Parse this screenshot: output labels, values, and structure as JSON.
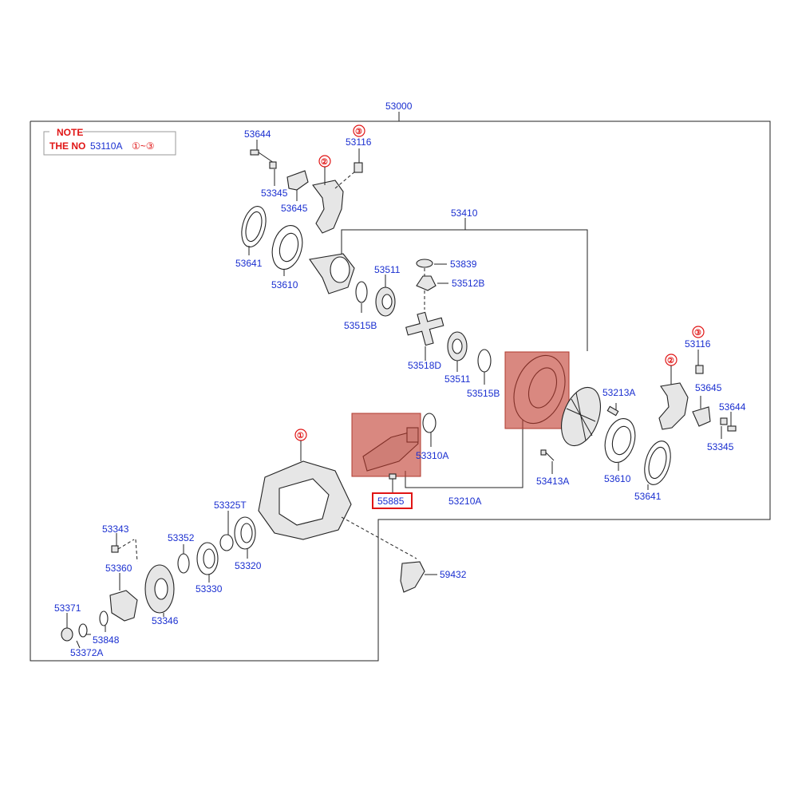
{
  "title_part": "53000",
  "note": {
    "heading": "NOTE",
    "line_prefix": "THE NO",
    "line_part": "53110A",
    "range": "①~③"
  },
  "callouts": {
    "one": "①",
    "two": "②",
    "three": "③"
  },
  "highlight_part": "55885",
  "parts": {
    "p53644a": "53644",
    "p53116a": "53116",
    "p53345a": "53345",
    "p53645a": "53645",
    "p53641a": "53641",
    "p53610a": "53610",
    "p53410": "53410",
    "p53511a": "53511",
    "p53839": "53839",
    "p53512B": "53512B",
    "p53515Ba": "53515B",
    "p53518D": "53518D",
    "p53511b": "53511",
    "p53515Bb": "53515B",
    "p53213A": "53213A",
    "p53116b": "53116",
    "p53645b": "53645",
    "p53644b": "53644",
    "p53345b": "53345",
    "p53310A": "53310A",
    "p53413A": "53413A",
    "p53610b": "53610",
    "p53641b": "53641",
    "p53210A": "53210A",
    "p53325T": "53325T",
    "p53343": "53343",
    "p53352": "53352",
    "p53320": "53320",
    "p53360": "53360",
    "p53330": "53330",
    "p59432": "59432",
    "p53371": "53371",
    "p53346": "53346",
    "p53848": "53848",
    "p53372A": "53372A"
  },
  "colors": {
    "label": "#1a2fd0",
    "note": "#e01515",
    "highlight": "#c0392b"
  }
}
